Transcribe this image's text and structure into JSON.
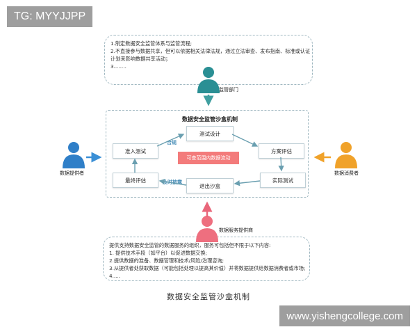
{
  "watermarks": {
    "top_left": "TG: MYYJJPP",
    "bottom_right": "www.yishengcollege.com"
  },
  "top_note": {
    "lines": [
      "1.制定数据安全监管体系与监管流程;",
      "2.不直接参与数据共享，但可以依据相关法律法规，通过立法审查、发布指南、标准或认证",
      "计划来影响数据共享活动；",
      "3........"
    ]
  },
  "bottom_note": {
    "lines": [
      "提供支持数据安全监管的数据服务的组织，服务可包括但不限于以下内容:",
      "1. 提供技术手段（如平台）以促进数据交换;",
      "2.提供数据的准备、数据管理和技术/风险/治理咨询;",
      "3.从提供者处获取数据（可能包括处理以提高其价值）并将数据提供给数据消费者或市场;",
      "4....."
    ]
  },
  "roles": {
    "regulator": "监管部门",
    "provider": "数据提供者",
    "consumer": "数据消费者",
    "service": "数据服务提供商"
  },
  "sandbox": {
    "title": "数据安全监管沙盒机制",
    "nodes": {
      "test_design": "测试设计",
      "plan_eval": "方案评估",
      "actual_test": "实际测试",
      "exit": "退出沙盒",
      "final_eval": "最终评估",
      "admit_test": "准入测试"
    },
    "banner": "可查范围内数据流动",
    "edges": {
      "compliant": "合规",
      "timely_feedback": "及时披露"
    }
  },
  "caption": "数据安全监管沙盒机制",
  "colors": {
    "teal_person": "#2a8f94",
    "blue_person": "#2f7fc8",
    "orange_person": "#f0a22a",
    "pink_person": "#ee6f7f",
    "arrow_teal": "#3f9fa0",
    "arrow_blue": "#3a8fd6",
    "arrow_orange": "#f0a22a",
    "arrow_pink": "#e9667a",
    "banner_red": "#f37b7b"
  }
}
